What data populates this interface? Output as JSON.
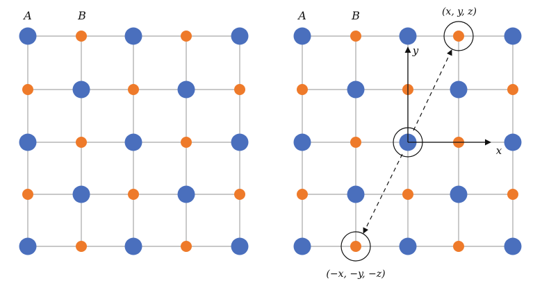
{
  "colors": {
    "site_a": "#4a6fbd",
    "site_b": "#ee7a2a",
    "grid_line": "#a6a6a6",
    "outline": "#111111",
    "background": "#ffffff"
  },
  "left_panel": {
    "label_a": "A",
    "label_b": "B",
    "grid_size": 5
  },
  "right_panel": {
    "label_a": "A",
    "label_b": "B",
    "grid_size": 5,
    "axis_x_label": "x",
    "axis_y_label": "y",
    "point_label": "(x, y, z)",
    "inverse_point_label": "(−x, −y, −z)"
  }
}
